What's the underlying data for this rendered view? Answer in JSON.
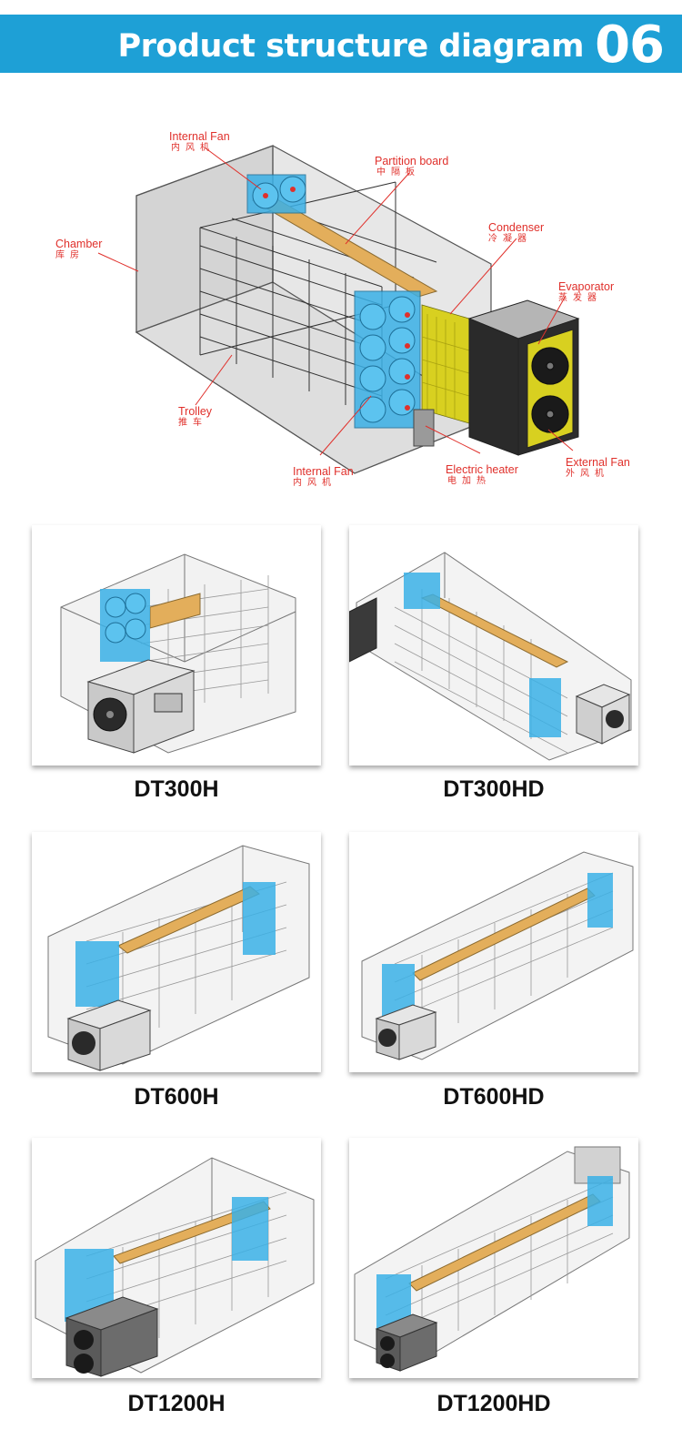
{
  "header": {
    "title": "Product structure diagram",
    "number": "06",
    "color": "#1ea0d6"
  },
  "diagram": {
    "labels": {
      "internal_fan_top": {
        "en": "Internal Fan",
        "cn": "内风机"
      },
      "partition_board": {
        "en": "Partition board",
        "cn": "中隔板"
      },
      "chamber": {
        "en": "Chamber",
        "cn": "库房"
      },
      "condenser": {
        "en": "Condenser",
        "cn": "冷凝器"
      },
      "evaporator": {
        "en": "Evaporator",
        "cn": "蒸发器"
      },
      "trolley": {
        "en": "Trolley",
        "cn": "推车"
      },
      "internal_fan_bottom": {
        "en": "Internal Fan",
        "cn": "内风机"
      },
      "electric_heater": {
        "en": "Electric heater",
        "cn": "电加热"
      },
      "external_fan": {
        "en": "External Fan",
        "cn": "外风机"
      }
    },
    "colors": {
      "label": "#e0302b",
      "fan": "#3ab0e6",
      "partition": "#e3ae5b",
      "coil": "#d8d020"
    }
  },
  "models": [
    {
      "name": "DT300H"
    },
    {
      "name": "DT300HD"
    },
    {
      "name": "DT600H"
    },
    {
      "name": "DT600HD"
    },
    {
      "name": "DT1200H"
    },
    {
      "name": "DT1200HD"
    }
  ]
}
